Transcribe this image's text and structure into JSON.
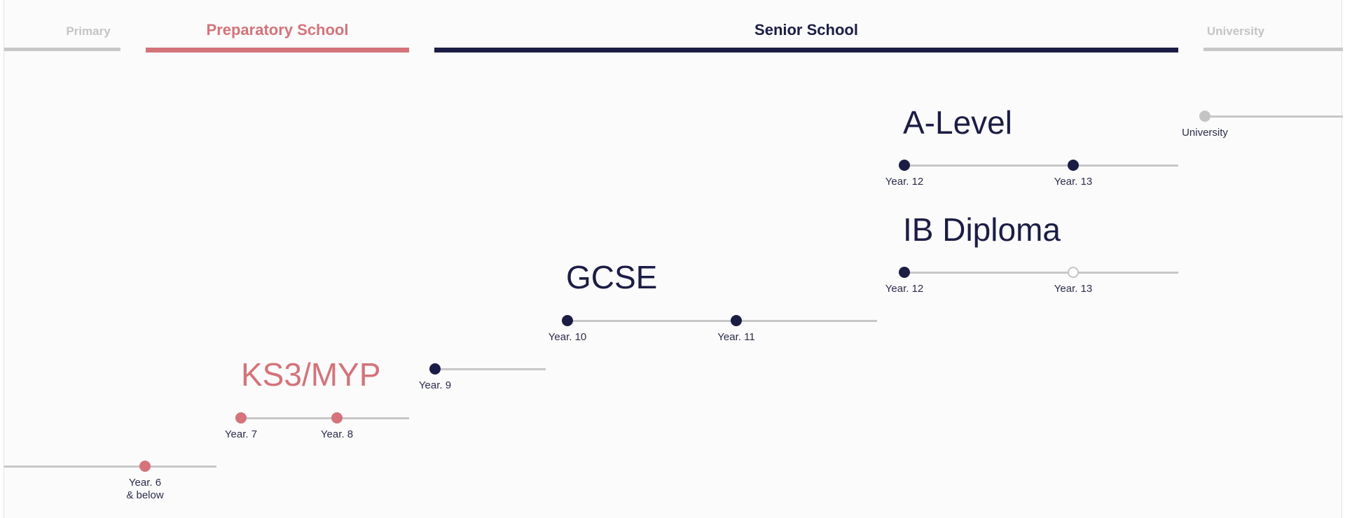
{
  "colors": {
    "navy": "#1c1d45",
    "pink": "#d4737a",
    "grey": "#c4c4c4",
    "track": "#c7c7c7"
  },
  "stages": {
    "primary": "Primary",
    "preparatory": "Preparatory School",
    "senior": "Senior School",
    "university": "University"
  },
  "qualifications": {
    "ks3": "KS3/MYP",
    "gcse": "GCSE",
    "ib": "IB Diploma",
    "alevel": "A-Level"
  },
  "years": {
    "y6_line1": "Year. 6",
    "y6_line2": "& below",
    "y7": "Year. 7",
    "y8": "Year. 8",
    "y9": "Year. 9",
    "y10": "Year. 10",
    "y11": "Year. 11",
    "ib_y12": "Year. 12",
    "ib_y13": "Year. 13",
    "al_y12": "Year. 12",
    "al_y13": "Year. 13",
    "university": "University"
  }
}
